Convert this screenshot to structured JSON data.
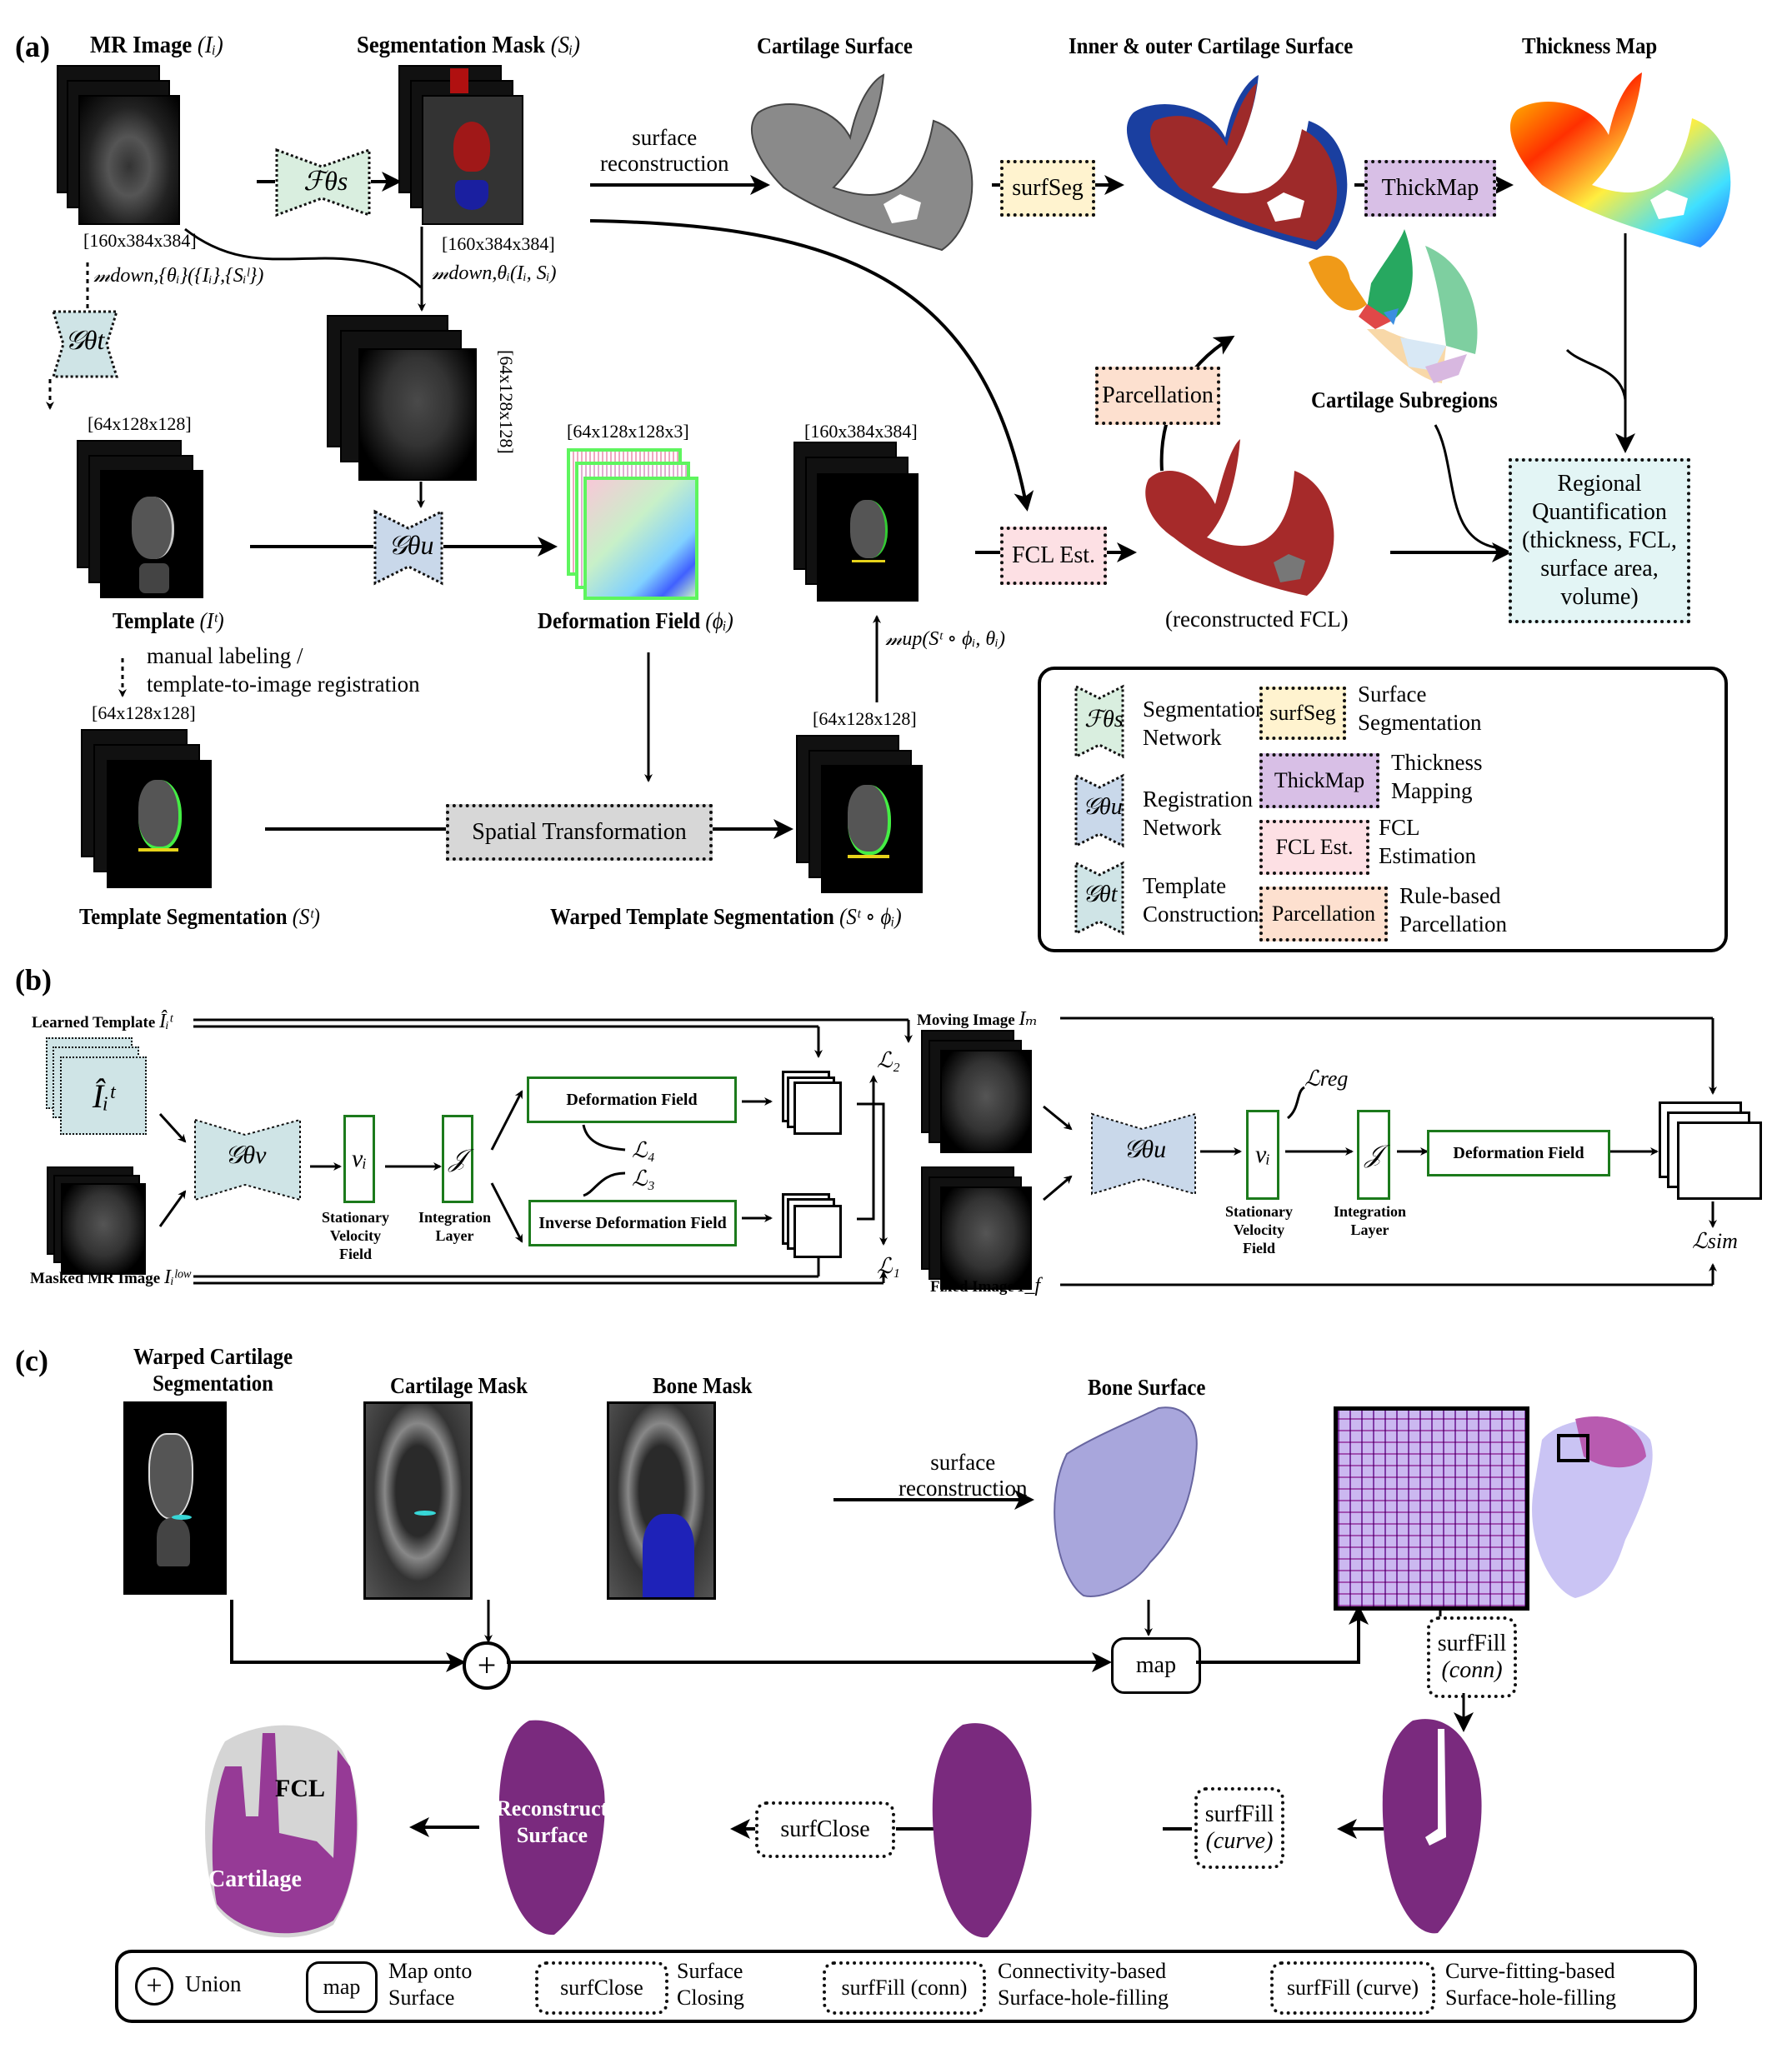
{
  "panel_a": {
    "label": "(a)",
    "mr_image_title": "MR Image",
    "mr_image_symbol": "(Iᵢ)",
    "mr_dim": "[160x384x384]",
    "seg_mask_title": "Segmentation Mask",
    "seg_mask_symbol": "(Sᵢ)",
    "seg_dim": "[160x384x384]",
    "seg_net_symbol": "ℱθs",
    "surface_recon": [
      "surface",
      "reconstruction"
    ],
    "cartilage_surface_title": "Cartilage Surface",
    "surfseg_label": "surfSeg",
    "inner_outer_title": "Inner & outer Cartilage Surface",
    "thickmap_label": "ThickMap",
    "thickness_map_title": "Thickness Map",
    "down_all_label": "𝓂down,{θᵢ}({Iᵢ},{Sᵢˡ})",
    "down_i_label": "𝓂down,θᵢ(Iᵢ, Sᵢ)",
    "template_net_symbol": "𝒢θt",
    "template_dim": "[64x128x128]",
    "down_img_dim": "[64x128x128]",
    "reg_net_symbol": "𝒢θu",
    "def_dim": "[64x128x128x3]",
    "up_dim": "[160x384x384]",
    "fcl_est_label": "FCL Est.",
    "parcellation_label": "Parcellation",
    "cartilage_subregions_title": "Cartilage Subregions",
    "regional_quant": [
      "Regional",
      "Quantification",
      "(thickness, FCL,",
      "surface area,",
      "volume)"
    ],
    "reconstructed_fcl": "(reconstructed FCL)",
    "template_title": "Template",
    "template_symbol": "(Iᵗ)",
    "deformation_title": "Deformation Field",
    "deformation_symbol": "(ϕᵢ)",
    "up_label": "𝓂up(Sᵗ ∘ ϕᵢ, θᵢ)",
    "manual_labeling": [
      "manual labeling /",
      "template-to-image registration"
    ],
    "template_seg_dim": "[64x128x128]",
    "warped_dim": "[64x128x128]",
    "spatial_transform_label": "Spatial Transformation",
    "template_seg_title": "Template Segmentation",
    "template_seg_symbol": "(Sᵗ)",
    "warped_title": "Warped Template Segmentation",
    "warped_symbol": "(Sᵗ ∘ ϕᵢ)",
    "legend": {
      "networks": [
        {
          "symbol": "ℱθs",
          "text": [
            "Segmentation",
            "Network"
          ],
          "color": "#d9eedf"
        },
        {
          "symbol": "𝒢θu",
          "text": [
            "Registration",
            "Network"
          ],
          "color": "#c9d8ea"
        },
        {
          "symbol": "𝒢θt",
          "text": [
            "Template",
            "Construction"
          ],
          "color": "#cfe4e6"
        }
      ],
      "modules": [
        {
          "label": "surfSeg",
          "text": [
            "Surface",
            "Segmentation"
          ],
          "color": "#fff3cf"
        },
        {
          "label": "ThickMap",
          "text": [
            "Thickness",
            "Mapping"
          ],
          "color": "#d8bfe6"
        },
        {
          "label": "FCL Est.",
          "text": [
            "FCL",
            "Estimation"
          ],
          "color": "#fde0e4"
        },
        {
          "label": "Parcellation",
          "text": [
            "Rule-based",
            "Parcellation"
          ],
          "color": "#fde0cf"
        }
      ]
    }
  },
  "panel_b": {
    "label": "(b)",
    "learned_template": "Learned Template",
    "learned_template_symbol": "Îᵢᵗ",
    "masked_mr": "Masked MR Image",
    "masked_mr_symbol": "Iᵢˡᵒʷ",
    "net_left_symbol": "𝒢θv",
    "velocity_symbol": "νᵢ",
    "integration_symbol": "𝒥",
    "stationary_label": [
      "Stationary",
      "Velocity",
      "Field"
    ],
    "integration_label": [
      "Integration",
      "Layer"
    ],
    "deformation_field": "Deformation Field",
    "inverse_deformation_field": "Inverse Deformation Field",
    "loss_l1": "ℒ₁",
    "loss_l2": "ℒ₂",
    "loss_l3": "ℒ₃",
    "loss_l4": "ℒ₄",
    "moving_image": "Moving Image",
    "moving_symbol": "Iₘ",
    "fixed_image": "Fixed Image",
    "fixed_symbol": "I_f",
    "net_right_symbol": "𝒢θu",
    "loss_reg": "ℒreg",
    "loss_sim": "ℒsim"
  },
  "panel_c": {
    "label": "(c)",
    "warped_cartilage_title": [
      "Warped Cartilage",
      "Segmentation"
    ],
    "cartilage_mask_title": "Cartilage Mask",
    "bone_mask_title": "Bone Mask",
    "surface_recon": [
      "surface",
      "reconstruction"
    ],
    "bone_surface_title": "Bone Surface",
    "union_symbol": "+",
    "map_label": "map",
    "surffill_conn": [
      "surfFill",
      "(conn)"
    ],
    "surffill_curve": [
      "surfFill",
      "(curve)"
    ],
    "surfclose_label": "surfClose",
    "reconstructed_surface": [
      "Reconstructed",
      "Surface"
    ],
    "fcl_label": "FCL",
    "cartilage_label": "Cartilage",
    "legend": {
      "union": "Union",
      "map_box": "map",
      "map_text": [
        "Map onto",
        "Surface"
      ],
      "surfclose_box": "surfClose",
      "surfclose_text": [
        "Surface",
        "Closing"
      ],
      "surffill_conn_box": "surfFill (conn)",
      "surffill_conn_text": [
        "Connectivity-based",
        "Surface-hole-filling"
      ],
      "surffill_curve_box": "surfFill (curve)",
      "surffill_curve_text": [
        "Curve-fitting-based",
        "Surface-hole-filling"
      ]
    }
  },
  "colors": {
    "seg_net": "#d9eedf",
    "reg_net": "#c9d8ea",
    "template_net": "#cfe4e6",
    "surfseg": "#fff3cf",
    "thickmap": "#d8bfe6",
    "fcl_est": "#fde0e4",
    "parcellation": "#fde0cf",
    "regional": "#e3f5f5",
    "spatial": "#d7d7d7",
    "cartilage_red": "#b03030",
    "bone_purple": "#b9b6e8",
    "surface_purple": "#7a2a7e",
    "green_box": "#1c7a1c"
  }
}
